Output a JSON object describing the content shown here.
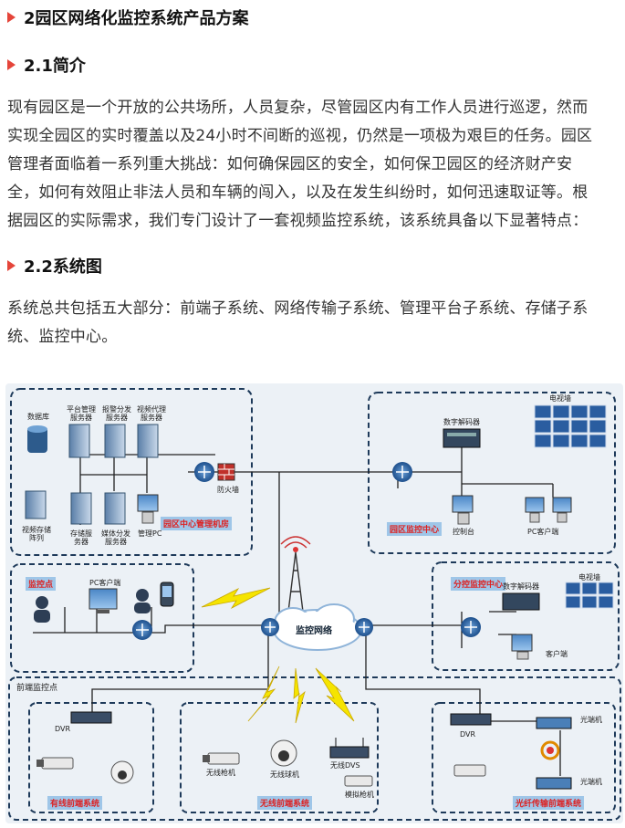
{
  "headings": {
    "h1": "2园区网络化监控系统产品方案",
    "h2": "2.1简介",
    "h3": "2.2系统图"
  },
  "paragraphs": {
    "intro_lines": [
      "现有园区是一个开放的公共场所，人员复杂，尽管园区内有工作人员进行巡逻，然而",
      "实现全园区的实时覆盖以及24小时不间断的巡视，仍然是一项极为艰巨的任务。园区",
      "管理者面临着一系列重大挑战：如何确保园区的安全，如何保卫园区的经济财产安",
      "全，如何有效阻止非法人员和车辆的闯入，以及在发生纠纷时，如何迅速取证等。根",
      "据园区的实际需求，我们专门设计了一套视频监控系统，该系统具备以下显著特点："
    ],
    "system_lines": [
      "系统总共包括五大部分：前端子系统、网络传输子系统、管理平台子系统、存储子系",
      "统、监控中心。"
    ]
  },
  "diagram": {
    "center_room": {
      "title": "园区中心管理机房",
      "database": "数据库",
      "platform_server": "平台管理服务器",
      "alarm_server": "报警分发服务器",
      "proxy_server": "视频代理服务器",
      "storage_array": "视频存储阵列",
      "storage_server": "存储服务器",
      "media_server": "媒体分发服务器",
      "mgmt_pc": "管理PC",
      "firewall": "防火墙"
    },
    "monitor_center": {
      "title": "园区监控中心",
      "decoder": "数字解码器",
      "tv_wall": "电视墙",
      "console": "控制台",
      "pc_client": "PC客户端"
    },
    "monitor_point": {
      "title": "监控点",
      "pc_client": "PC客户端"
    },
    "network": {
      "label": "监控网络"
    },
    "sub_center": {
      "title": "分控监控中心",
      "decoder": "数字解码器",
      "tv_wall": "电视墙",
      "client": "客户端"
    },
    "front_end": {
      "title": "前端监控点",
      "wired": {
        "title": "有线前端系统",
        "dvr": "DVR"
      },
      "wireless": {
        "title": "无线前端系统",
        "cam1": "无线枪机",
        "cam2": "无线球机",
        "dvs": "无线DVS",
        "cam3": "模拟枪机"
      },
      "fiber": {
        "title": "光纤传输前端系统",
        "dvr": "DVR",
        "t1": "光端机",
        "t2": "光端机"
      }
    }
  }
}
